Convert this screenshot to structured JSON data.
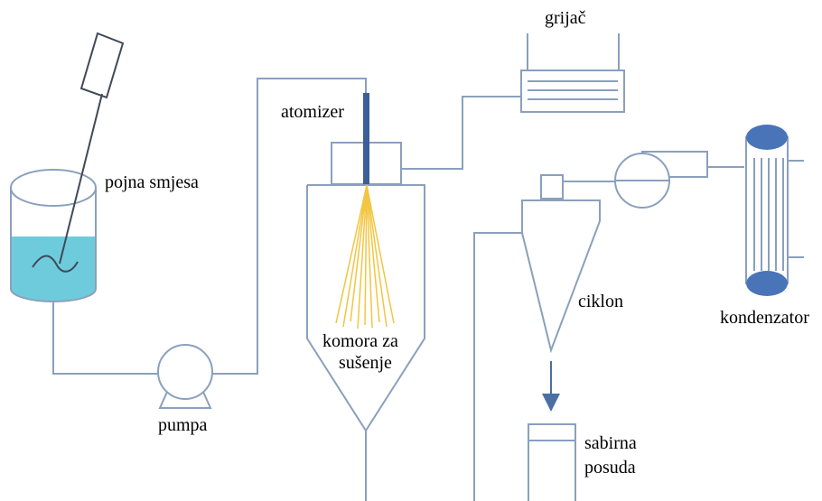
{
  "labels": {
    "feed_mixture": "pojna smjesa",
    "pump": "pumpa",
    "atomizer": "atomizer",
    "drying_chamber_line1": "komora za",
    "drying_chamber_line2": "sušenje",
    "heater": "grijač",
    "cyclone": "ciklon",
    "condenser": "kondenzator",
    "collector_line1": "sabirna",
    "collector_line2": "posuda"
  },
  "colors": {
    "line": "#8aa0bd",
    "liquid": "#6ecbdc",
    "atomizer_bar": "#3b5f96",
    "spray": "#f2c542",
    "condenser_cap": "#4a74b8",
    "arrow": "#4a6fa5"
  }
}
